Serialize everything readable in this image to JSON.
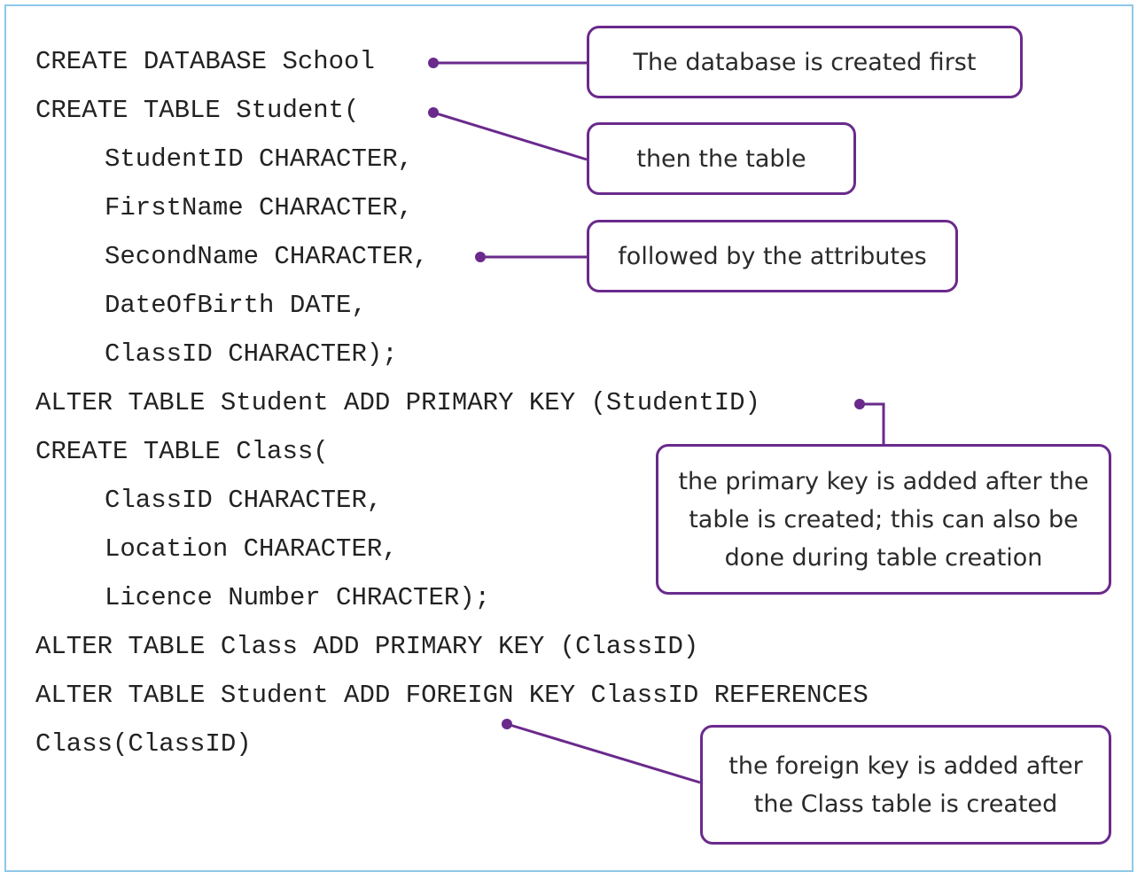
{
  "code": {
    "lines": [
      "CREATE DATABASE School",
      "CREATE TABLE Student(",
      "StudentID CHARACTER,",
      "FirstName CHARACTER,",
      "SecondName CHARACTER,",
      "DateOfBirth DATE,",
      "ClassID CHARACTER);",
      "ALTER TABLE Student ADD PRIMARY KEY (StudentID)",
      "CREATE TABLE Class(",
      "ClassID CHARACTER,",
      "Location CHARACTER,",
      "Licence Number CHRACTER);",
      "ALTER TABLE Class ADD PRIMARY KEY (ClassID)",
      "ALTER TABLE Student ADD FOREIGN KEY ClassID REFERENCES",
      "Class(ClassID)"
    ]
  },
  "callouts": {
    "database": "The database is created first",
    "table": "then the table",
    "attributes": "followed by the attributes",
    "primary_key": "the primary key is added after the table is created; this can also be done during table creation",
    "foreign_key": "the foreign key is added after the Class table is created"
  },
  "colors": {
    "accent": "#6a2a8c",
    "frame": "#8ec8e8",
    "code_text": "#222222"
  }
}
